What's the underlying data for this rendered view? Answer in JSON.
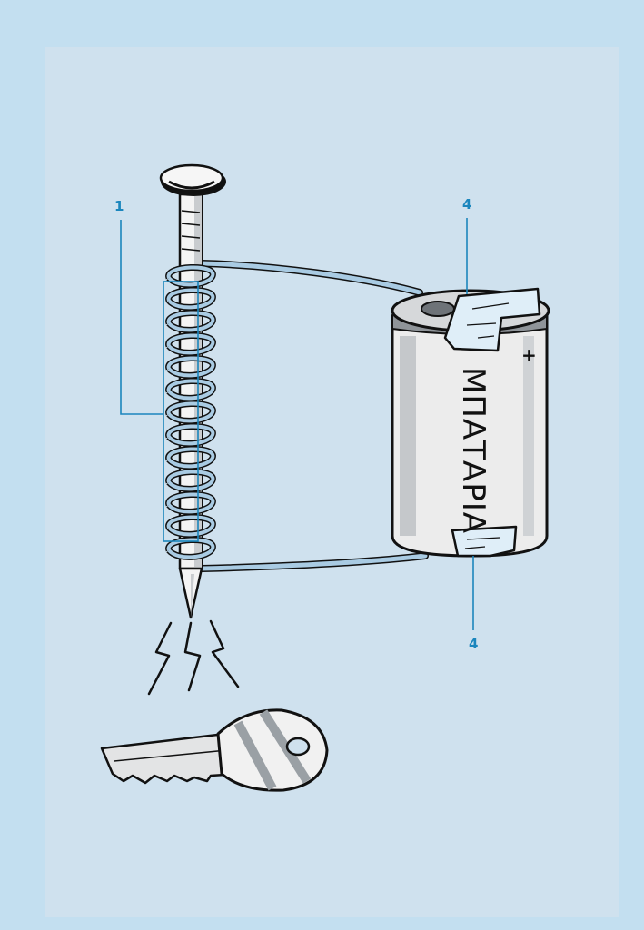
{
  "colors": {
    "outer_background": "#c3dff0",
    "panel_background": "#cfe1ee",
    "callout_blue": "#1b86bd",
    "wire_blue": "#a9cbe3",
    "ink": "#111111"
  },
  "callouts": {
    "coil_label": "1",
    "terminal_top_label": "4",
    "terminal_bottom_label": "4"
  },
  "battery": {
    "label": "ΜΠΑΤΑΡΙΑ",
    "positive_sign": "+"
  },
  "icons": {
    "nail": "nail-icon",
    "coil": "wire-coil-icon",
    "battery": "battery-icon",
    "key": "key-icon",
    "spark": "magnetism-spark-icon"
  }
}
